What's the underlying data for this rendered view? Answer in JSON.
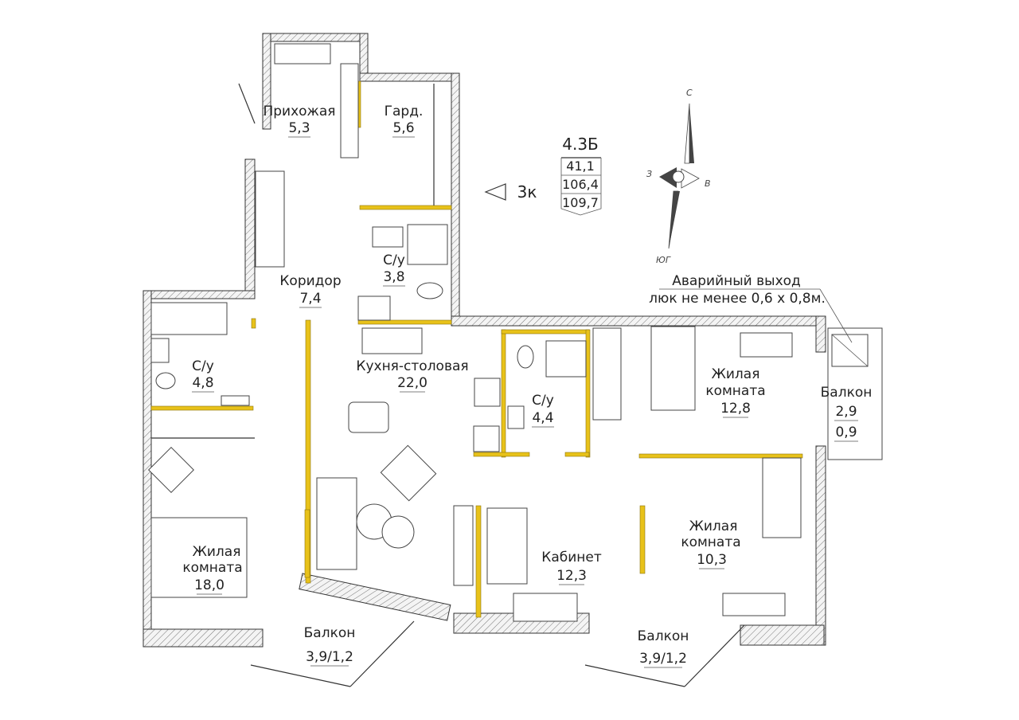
{
  "plan": {
    "code": "4.3Б",
    "area_living": "41,1",
    "area_total": "106,4",
    "area_full": "109,7",
    "rooms_label": "3к",
    "emergency_title": "Аварийный выход",
    "emergency_note": "люк не менее 0,6 х 0,8м."
  },
  "compass": {
    "north": "С",
    "south": "ЮГ",
    "west": "З",
    "east": "В"
  },
  "rooms": [
    {
      "name": "Прихожая",
      "area": "5,3"
    },
    {
      "name": "Гард.",
      "area": "5,6"
    },
    {
      "name": "С/у",
      "area": "3,8"
    },
    {
      "name": "Коридор",
      "area": "7,4"
    },
    {
      "name": "С/у",
      "area": "4,8"
    },
    {
      "name": "Кухня-столовая",
      "area": "22,0"
    },
    {
      "name": "С/у",
      "area": "4,4"
    },
    {
      "name": "Жилая",
      "name2": "комната",
      "area": "12,8"
    },
    {
      "name": "Балкон",
      "area": "2,9",
      "area2": "0,9"
    },
    {
      "name": "Жилая",
      "name2": "комната",
      "area": "18,0"
    },
    {
      "name": "Кабинет",
      "area": "12,3"
    },
    {
      "name": "Жилая",
      "name2": "комната",
      "area": "10,3"
    },
    {
      "name": "Балкон",
      "area": "3,9/1,2"
    },
    {
      "name": "Балкон",
      "area": "3,9/1,2"
    }
  ],
  "colors": {
    "accent_wall": "#e8c21a",
    "lines": "#333333"
  }
}
